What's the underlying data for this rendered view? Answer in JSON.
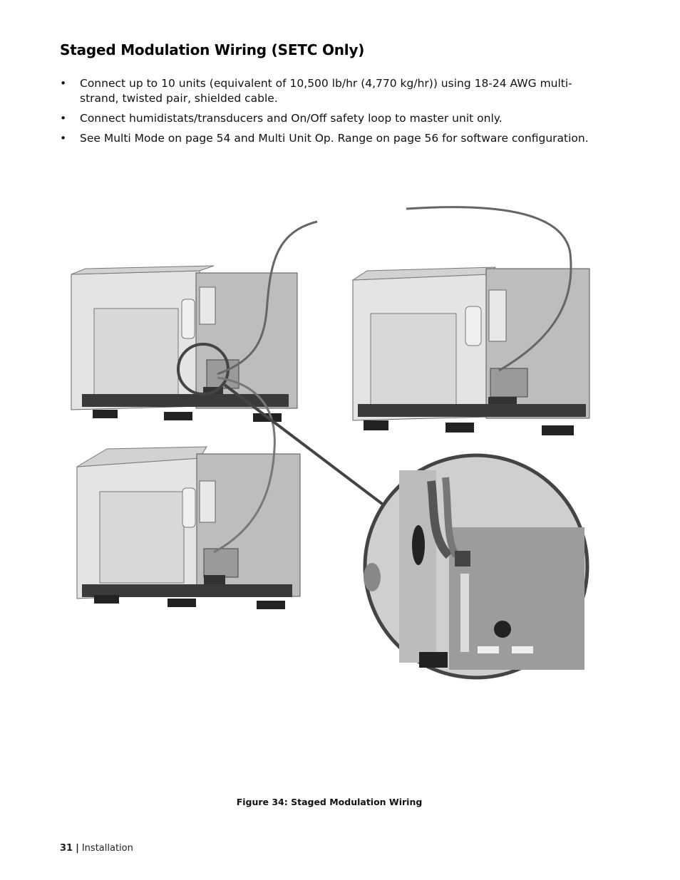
{
  "heading": "Staged Modulation Wiring (SETC Only)",
  "bullets": [
    "Connect up to 10 units (equivalent of 10,500 lb/hr (4,770 kg/hr)) using 18-24 AWG multi-strand, twisted pair, shielded cable.",
    "Connect humidistats/transducers and On/Off safety loop to master unit only.",
    "See Multi Mode on page 54 and Multi Unit Op. Range on page 56 for software configuration."
  ],
  "figure_caption": "Figure 34: Staged Modulation Wiring",
  "footer": {
    "page_number": "31",
    "separator": "|",
    "section": "Installation"
  }
}
